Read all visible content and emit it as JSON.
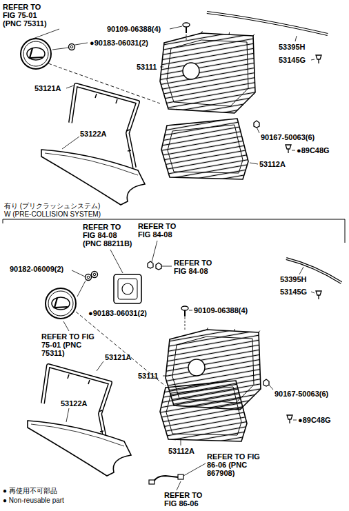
{
  "diagram": {
    "labels": [
      "REFER TO FIG 75-01 (PNC 75311)",
      "90109-06388(4)",
      "53395H",
      "●90183-06031(2)",
      "53145G",
      "53111",
      "53121A",
      "90167-50063(6)",
      "●89C48G",
      "53122A",
      "53112A",
      "有り (プリクラッシュシステム)",
      "W (PRE-COLLISION SYSTEM)",
      "REFER TO FIG 84-08 (PNC 88211B)",
      "REFER TO FIG 84-08",
      "REFER TO FIG 84-08",
      "90182-06009(2)",
      "●90183-06031(2)",
      "REFER TO FIG 75-01 (PNC 75311)",
      "53395H",
      "53145G",
      "90109-06388(4)",
      "53121A",
      "53111",
      "90167-50063(6)",
      "●89C48G",
      "53122A",
      "53112A",
      "REFER TO FIG 86-06 (PNC 867908)",
      "REFER TO FIG 86-06",
      "● 再使用不可部品",
      "● Non-reusable part"
    ]
  }
}
